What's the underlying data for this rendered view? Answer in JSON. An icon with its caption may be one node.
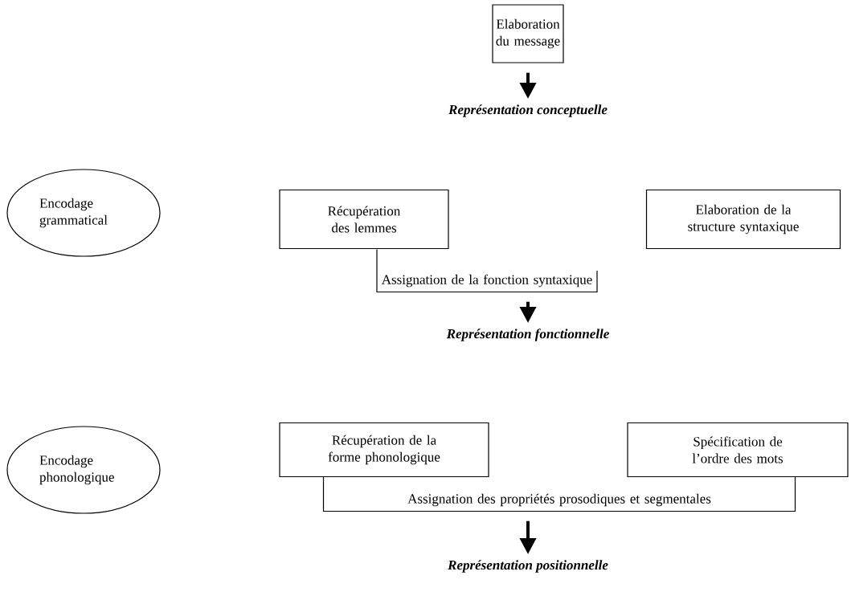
{
  "diagram": {
    "nodes": [
      {
        "text": [
          "Elaboration du message"
        ]
      },
      {
        "text": [
          "Représentation conceptuelle"
        ]
      },
      {
        "text": [
          "Encodage grammatical"
        ]
      },
      {
        "text": [
          "Récupération des lemmes"
        ]
      },
      {
        "text": [
          "Elaboration de la structure syntaxique"
        ]
      },
      {
        "text": [
          "Assignation de la fonction syntaxique"
        ]
      },
      {
        "text": [
          "Représentation fonctionnelle"
        ]
      },
      {
        "text": [
          "Encodage phonologique"
        ]
      },
      {
        "text": [
          "Récupération de la forme phonologique"
        ]
      },
      {
        "text": [
          "Spécification de l’ordre des mots"
        ]
      },
      {
        "text": [
          "Assignation des propriétés prosodiques et segmentales"
        ]
      },
      {
        "text": [
          "Représentation positionnelle"
        ]
      }
    ],
    "edges": [
      {
        "from": 0,
        "to": 1,
        "arrow": "to"
      },
      {
        "from": 5,
        "to": 6,
        "arrow": "to"
      },
      {
        "from": 10,
        "to": 11,
        "arrow": "to"
      }
    ]
  }
}
